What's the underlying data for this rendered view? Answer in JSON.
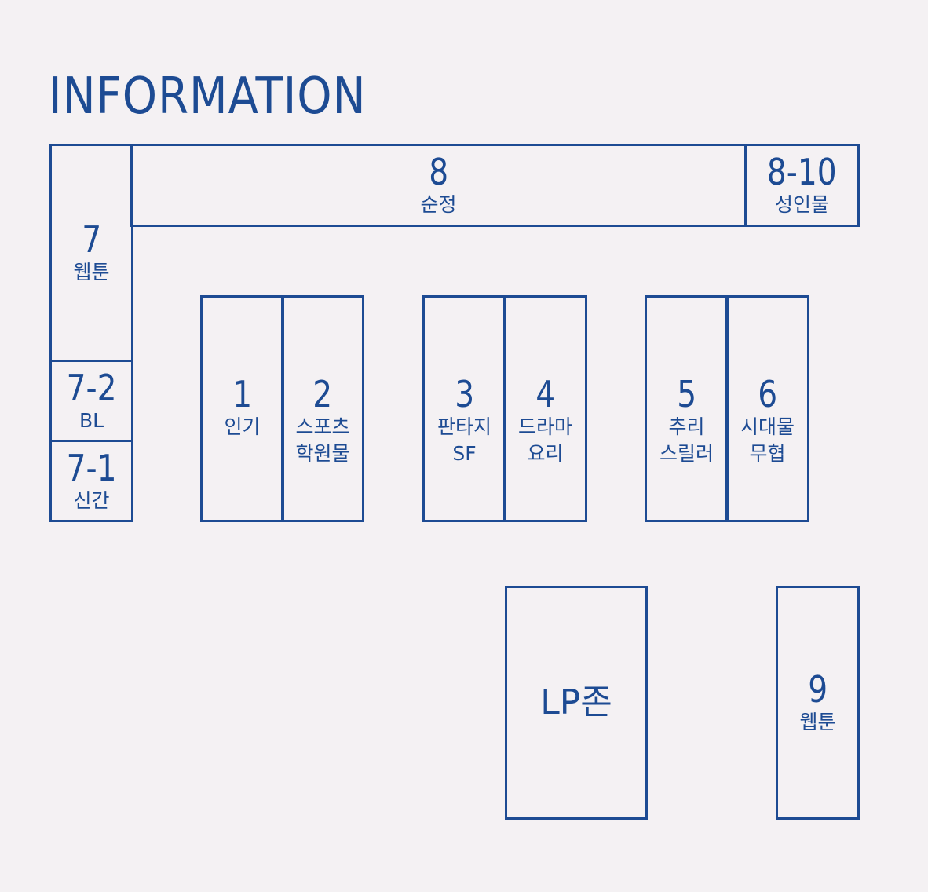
{
  "title": "INFORMATION",
  "sections": {
    "s8": {
      "number": "8",
      "name": "순정"
    },
    "s8_10": {
      "number": "8-10",
      "name": "성인물"
    },
    "s7": {
      "number": "7",
      "name": "웹툰"
    },
    "s7_2": {
      "number": "7-2",
      "name": "BL"
    },
    "s7_1": {
      "number": "7-1",
      "name": "신간"
    },
    "s1": {
      "number": "1",
      "name": "인기"
    },
    "s2": {
      "number": "2",
      "name_line1": "스포츠",
      "name_line2": "학원물"
    },
    "s3": {
      "number": "3",
      "name_line1": "판타지",
      "name_line2": "SF"
    },
    "s4": {
      "number": "4",
      "name_line1": "드라마",
      "name_line2": "요리"
    },
    "s5": {
      "number": "5",
      "name_line1": "추리",
      "name_line2": "스릴러"
    },
    "s6": {
      "number": "6",
      "name_line1": "시대물",
      "name_line2": "무협"
    },
    "lp": {
      "name": "LP존"
    },
    "s9": {
      "number": "9",
      "name": "웹툰"
    }
  },
  "colors": {
    "accent": "#1d4b93",
    "background": "#f4f1f3"
  }
}
